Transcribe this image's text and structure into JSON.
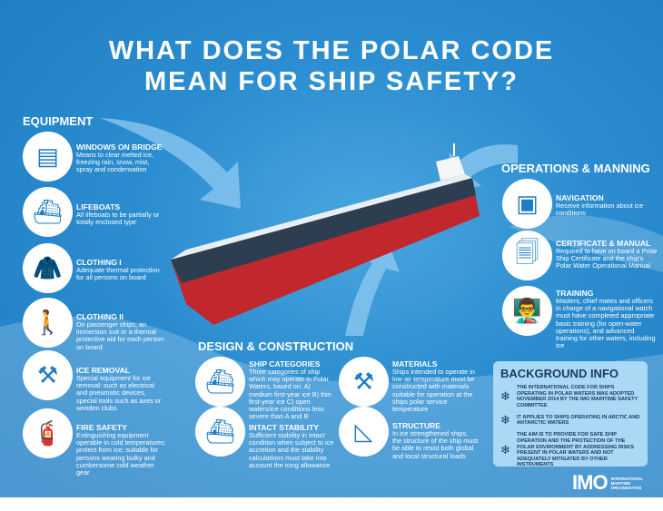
{
  "title": {
    "line1": "WHAT DOES THE POLAR CODE",
    "line2": "MEAN FOR SHIP SAFETY?"
  },
  "equipment": {
    "heading": "EQUIPMENT",
    "items": [
      {
        "icon": "bridge-icon",
        "title": "WINDOWS ON BRIDGE",
        "text": "Means to clear melted ice, freezing rain, snow, mist, spray and condensation"
      },
      {
        "icon": "lifeboat-icon",
        "title": "LIFEBOATS",
        "text": "All lifeboats to be partially or totally enclosed type"
      },
      {
        "icon": "jacket-icon",
        "title": "CLOTHING I",
        "text": "Adequate thermal protection for all persons on board"
      },
      {
        "icon": "immersion-suit-icon",
        "title": "CLOTHING II",
        "text": "On passenger ships, an immersion suit or a thermal protective aid for each person on board"
      },
      {
        "icon": "ice-tools-icon",
        "title": "ICE REMOVAL",
        "text": "Special equipment for ice removal: such as electrical and pneumatic devices, special tools such as axes or wooden clubs"
      },
      {
        "icon": "fire-extinguisher-icon",
        "title": "FIRE SAFETY",
        "text": "Extinguishing equipment operable in cold temperatures; protect from ice; suitable for persons wearing bulky and cumbersome cold weather gear"
      }
    ]
  },
  "design": {
    "heading": "DESIGN & CONSTRUCTION",
    "items": [
      {
        "icon": "ship-categories-icon",
        "title": "SHIP CATEGORIES",
        "text": "Three categories of ship which may operate in Polar Waters, based on: A) medium first-year ice B) thin first-year ice C) open waters/ice conditions less severe than A and B",
        "labels": [
          "A",
          "B",
          "C"
        ]
      },
      {
        "icon": "materials-icon",
        "title": "MATERIALS",
        "text": "Ships intended to operate in low air temperature must be constructed with materials suitable for operation at the ships polar service temperature"
      },
      {
        "icon": "stability-icon",
        "title": "INTACT STABILITY",
        "text": "Sufficient stability in intact condition when subject to ice accretion and the stability calculations must take into account the icing allowance"
      },
      {
        "icon": "set-square-icon",
        "title": "STRUCTURE",
        "text": "In ice strengthened ships, the structure of the ship must be able to resist both global and local structural loads"
      }
    ]
  },
  "operations": {
    "heading": "OPERATIONS & MANNING",
    "items": [
      {
        "icon": "navigation-device-icon",
        "title": "NAVIGATION",
        "text": "Receive information about ice conditions"
      },
      {
        "icon": "documents-icon",
        "title": "CERTIFICATE & MANUAL",
        "text": "Required to have on board a Polar Ship Certificate and the ship's Polar Water Operational Manual"
      },
      {
        "icon": "training-icon",
        "title": "TRAINING",
        "text": "Masters, chief mates and officers in charge of a navigational watch must have completed appropriate basic training (for open-water operations), and advanced training for other waters, including ice"
      }
    ]
  },
  "background_info": {
    "heading": "BACKGROUND INFO",
    "items": [
      "THE INTERNATIONAL CODE FOR SHIPS OPERATING IN POLAR WATERS WAS ADOPTED NOVEMBER 2014 BY THE IMO MARITIME SAFETY COMMITTEE",
      "IT APPLIES TO SHIPS OPERATING IN ARCTIC AND ANTARCTIC WATERS",
      "THE AIM IS TO PROVIDE FOR SAFE SHIP OPERATION AND THE PROTECTION OF THE POLAR ENVIRONMENT BY ADDRESSING RISKS PRESENT IN POLAR WATERS AND NOT ADEQUATELY MITIGATED BY OTHER INSTRUMENTS"
    ]
  },
  "logo": {
    "mark": "IMO",
    "name": "INTERNATIONAL MARITIME ORGANIZATION"
  },
  "colors": {
    "background": "#2b8dd0",
    "text": "#ffffff",
    "box": "#aad9f6",
    "box_text": "#1b3b63",
    "hull": "#c0282d",
    "deck": "#e8eef2"
  }
}
